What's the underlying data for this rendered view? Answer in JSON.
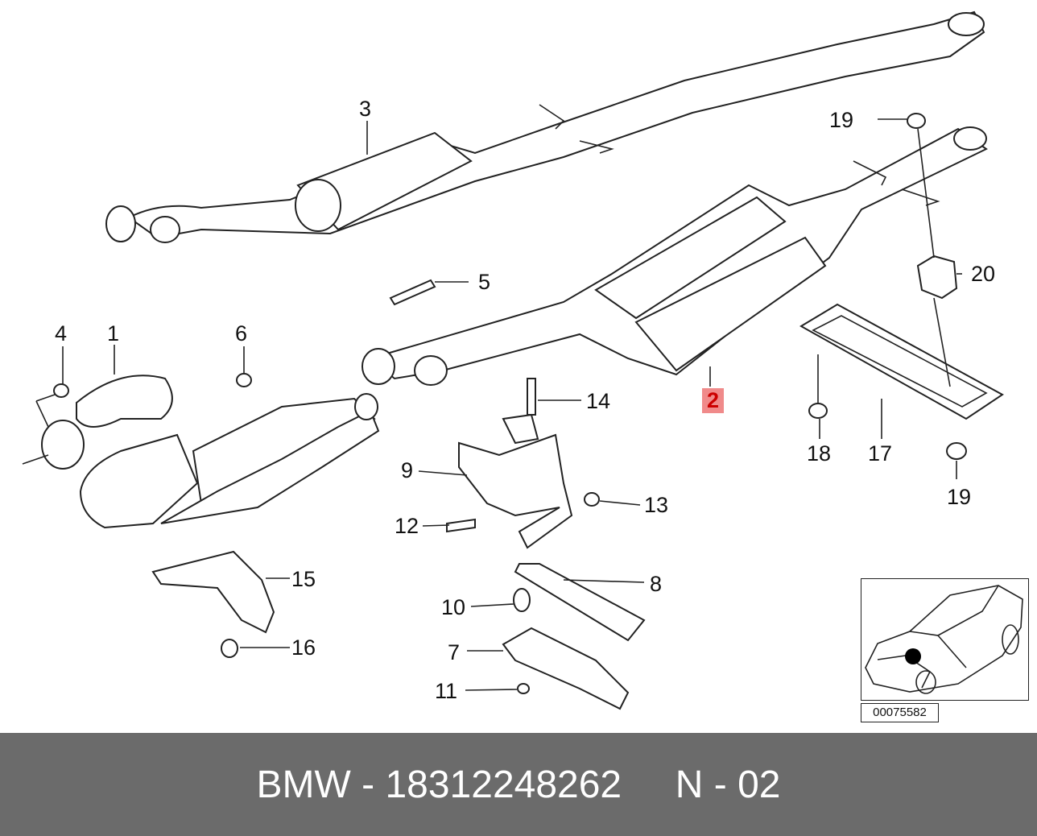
{
  "labels": {
    "l1": "1",
    "l2": "2",
    "l3": "3",
    "l4": "4",
    "l5": "5",
    "l6": "6",
    "l7": "7",
    "l8": "8",
    "l9": "9",
    "l10": "10",
    "l11": "11",
    "l12": "12",
    "l13": "13",
    "l14": "14",
    "l15": "15",
    "l16": "16",
    "l17": "17",
    "l18": "18",
    "l19a": "19",
    "l19b": "19",
    "l20": "20"
  },
  "highlighted_part": "2",
  "reference_number": "00075582",
  "footer": {
    "brand": "BMW",
    "separator": "-",
    "part_number": "18312248262",
    "position": "N - 02"
  },
  "footer_text": "BMW - 18312248262     N - 02",
  "colors": {
    "highlight_bg": "#f08a8a",
    "highlight_text": "#cc0000",
    "footer_bg": "#6b6b6b",
    "footer_text": "#ffffff"
  }
}
